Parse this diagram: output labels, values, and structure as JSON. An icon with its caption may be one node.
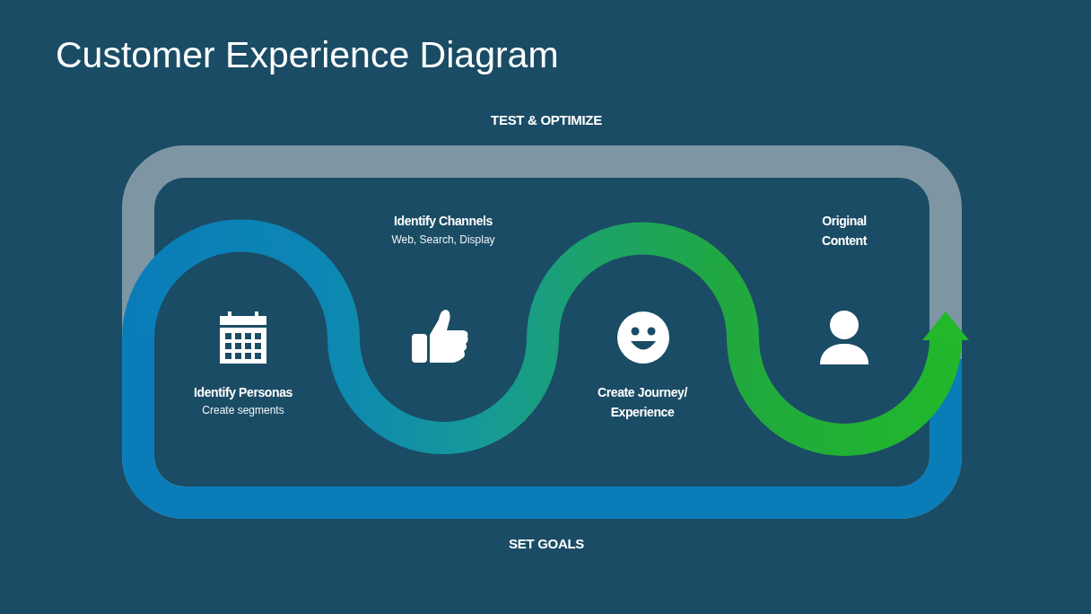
{
  "diagram": {
    "title": "Customer Experience Diagram",
    "labels": [
      "TEST & OPTIMIZE",
      "Identify Channels",
      "Web, Search, Display",
      "Original Content",
      "Identify Personas",
      "Create segments",
      "Create Journey/ Experience",
      "SET GOALS"
    ]
  }
}
